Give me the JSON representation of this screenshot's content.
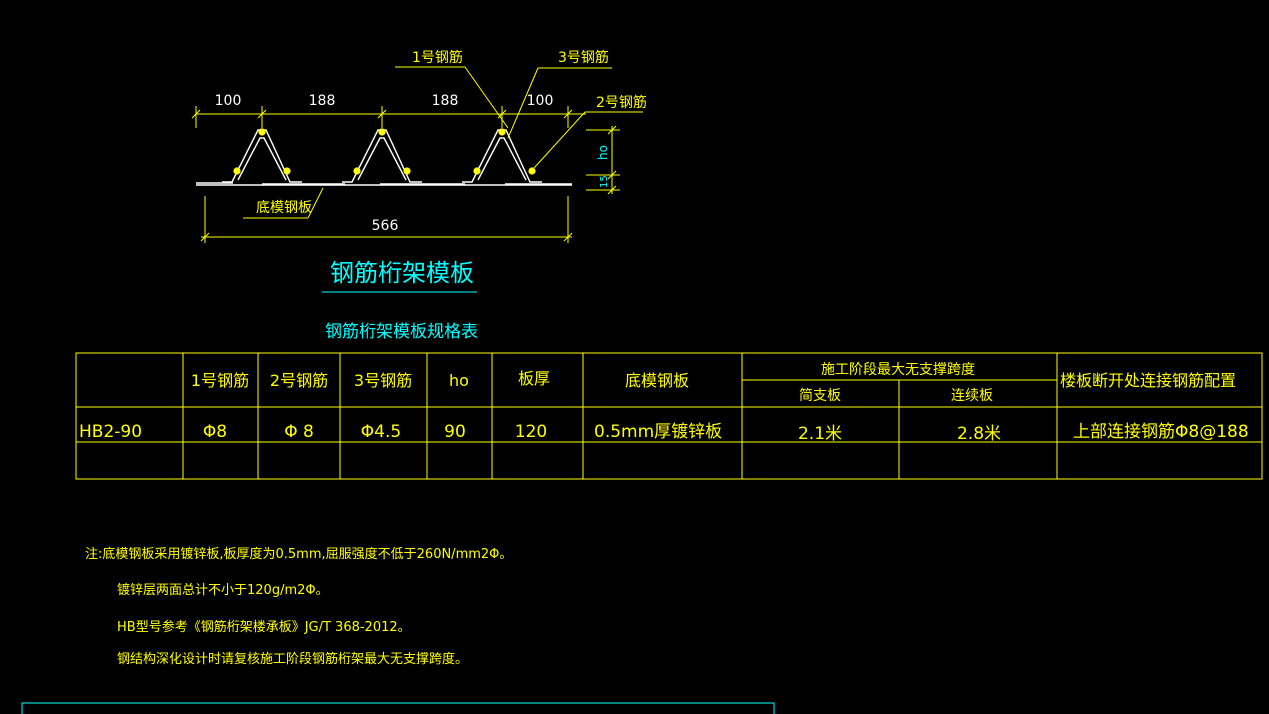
{
  "drawing": {
    "dims": {
      "d1": "100",
      "d2": "188",
      "d3": "188",
      "d4": "100",
      "total": "566",
      "h0": "ho",
      "h15": "15"
    },
    "callouts": {
      "bar1": "1号钢筋",
      "bar3": "3号钢筋",
      "bar2": "2号钢筋",
      "bottom_plate": "底模钢板"
    },
    "title": "钢筋桁架模板"
  },
  "table": {
    "title": "钢筋桁架模板规格表",
    "headers": {
      "bar1": "1号钢筋",
      "bar2": "2号钢筋",
      "bar3": "3号钢筋",
      "h0": "ho",
      "thickness": "板厚",
      "bottom_plate": "底模钢板",
      "span_group": "施工阶段最大无支撑跨度",
      "span_simple": "简支板",
      "span_cont": "连续板",
      "connection": "楼板断开处连接钢筋配置"
    },
    "row": {
      "model": "HB2-90",
      "bar1": "Φ8",
      "bar2": "Φ 8",
      "bar3": "Φ4.5",
      "h0": "90",
      "thickness": "120",
      "bottom_plate": "0.5mm厚镀锌板",
      "span_simple": "2.1米",
      "span_cont": "2.8米",
      "connection": "上部连接钢筋Φ8@188"
    }
  },
  "notes": [
    "注:底模钢板采用镀锌板,板厚度为0.5mm,屈服强度不低于260N/mm2Φ。",
    "镀锌层两面总计不小于120g/m2Φ。",
    "HB型号参考《钢筋桁架楼承板》JG/T 368-2012。",
    "钢结构深化设计时请复核施工阶段钢筋桁架最大无支撑跨度。"
  ],
  "colors": {
    "background": "#000000",
    "annotation": "#ffff00",
    "title": "#00ffff",
    "profile": "#ffffff"
  }
}
